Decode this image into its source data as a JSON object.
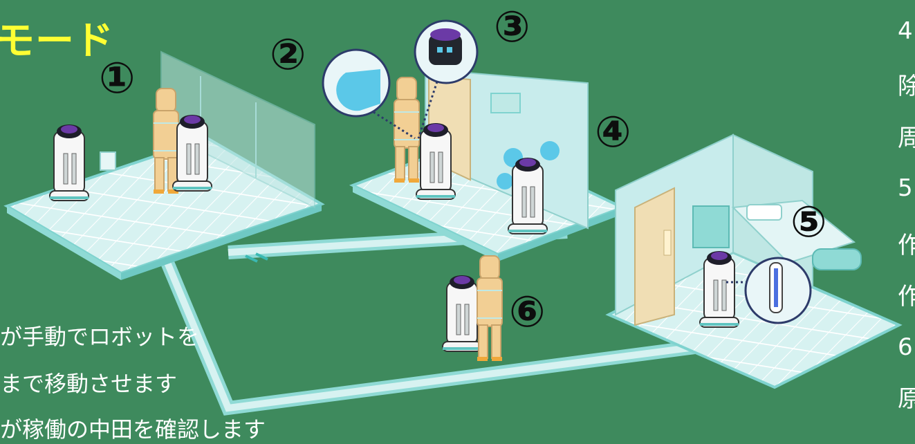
{
  "title": "モード",
  "steps": [
    "①",
    "②",
    "③",
    "④",
    "⑤",
    "⑥"
  ],
  "description": [
    "が手動でロボットを",
    "まで移動させます",
    "が稼働の中田を確認します"
  ],
  "right_column": [
    "4",
    "除",
    "周",
    "5",
    "作",
    "作",
    "6",
    "原"
  ],
  "colors": {
    "background": "#3e8a5d",
    "title": "#ffff33",
    "floor": "#d7f2f1",
    "floor_edge": "#7fd3cf",
    "wall": "#c8ecec",
    "suit": "#f2cf94",
    "door": "#f0deb4",
    "robot_accent": "#5a2e8f"
  }
}
